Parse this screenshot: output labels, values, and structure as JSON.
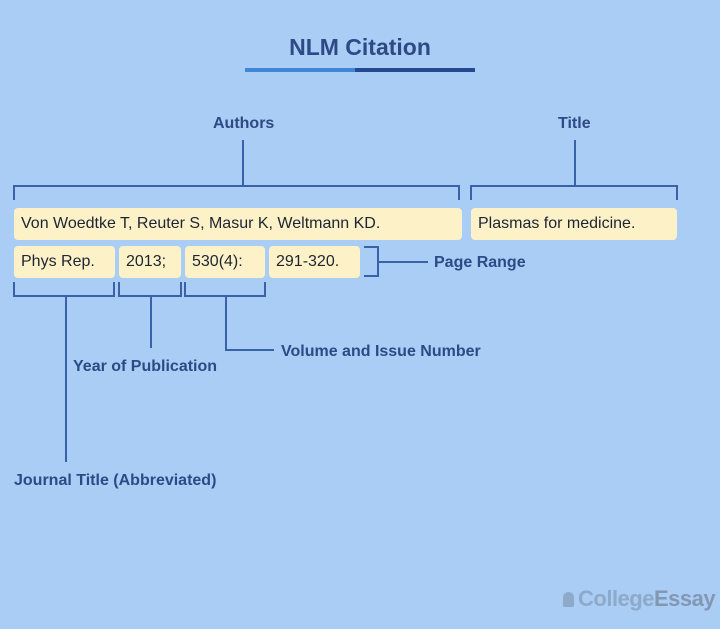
{
  "title": "NLM Citation",
  "labels": {
    "authors": "Authors",
    "title": "Title",
    "page_range": "Page Range",
    "volume_issue": "Volume and Issue Number",
    "year": "Year of Publication",
    "journal": "Journal Title (Abbreviated)"
  },
  "citation": {
    "authors": "Von Woedtke T, Reuter S, Masur K, Weltmann KD.",
    "title": "Plasmas for medicine.",
    "journal": "Phys Rep.",
    "year": "2013;",
    "volume_issue": "530(4):",
    "pages": "291-320."
  },
  "logo": {
    "part1": "College",
    "part2": "Essay"
  },
  "colors": {
    "background": "#a9cdf4",
    "accent": "#2c4a86",
    "chip": "#fdf2c7",
    "line": "#3a62a8"
  }
}
